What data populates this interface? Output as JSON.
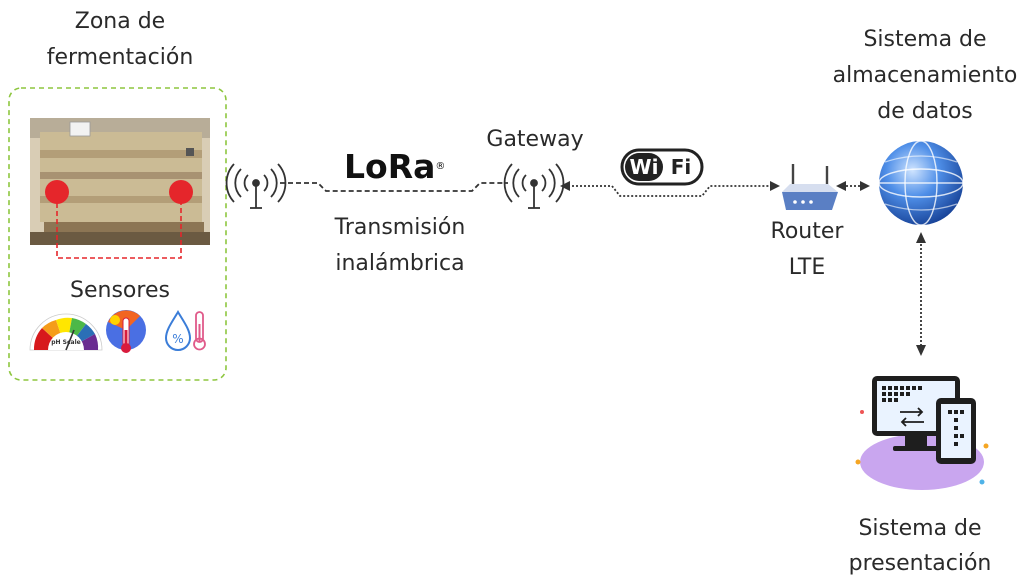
{
  "fermentation_zone": {
    "title_line1": "Zona de",
    "title_line2": "fermentación"
  },
  "sensors": {
    "label": "Sensores",
    "ph_scale_text": "pH Scale",
    "items": [
      {
        "icon": "ph-gauge-icon"
      },
      {
        "icon": "temperature-icon"
      },
      {
        "icon": "humidity-icon"
      }
    ]
  },
  "lora": {
    "logo_text": "LoRa",
    "logo_mark": "®",
    "caption_line1": "Transmisión",
    "caption_line2": "inalámbrica"
  },
  "gateway": {
    "label": "Gateway"
  },
  "wifi": {
    "logo_wi": "Wi",
    "logo_fi": "Fi"
  },
  "router": {
    "label_line1": "Router",
    "label_line2": "LTE"
  },
  "storage": {
    "line1": "Sistema de",
    "line2": "almacenamiento",
    "line3": "de datos"
  },
  "presentation": {
    "line1": "Sistema de",
    "line2": "presentación"
  },
  "colors": {
    "zone_border": "#8dc63f",
    "sensor_dot": "#e5262b",
    "sensor_link": "#e5262b",
    "connector": "#333333",
    "globe": "#2a6fd6"
  }
}
